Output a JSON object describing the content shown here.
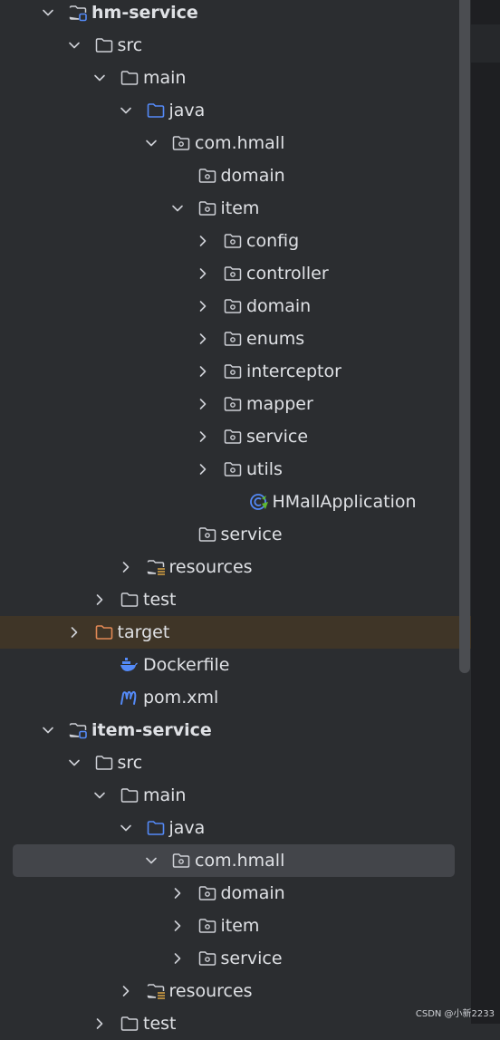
{
  "tree": [
    {
      "name": "hm-service",
      "depth": 0,
      "arrow": "down",
      "icon": "module",
      "bold": true
    },
    {
      "name": "src",
      "depth": 1,
      "arrow": "down",
      "icon": "folder"
    },
    {
      "name": "main",
      "depth": 2,
      "arrow": "down",
      "icon": "folder"
    },
    {
      "name": "java",
      "depth": 3,
      "arrow": "down",
      "icon": "source-folder"
    },
    {
      "name": "com.hmall",
      "depth": 4,
      "arrow": "down",
      "icon": "package"
    },
    {
      "name": "domain",
      "depth": 5,
      "arrow": "none",
      "icon": "package"
    },
    {
      "name": "item",
      "depth": 5,
      "arrow": "down",
      "icon": "package"
    },
    {
      "name": "config",
      "depth": 6,
      "arrow": "right",
      "icon": "package"
    },
    {
      "name": "controller",
      "depth": 6,
      "arrow": "right",
      "icon": "package"
    },
    {
      "name": "domain",
      "depth": 6,
      "arrow": "right",
      "icon": "package"
    },
    {
      "name": "enums",
      "depth": 6,
      "arrow": "right",
      "icon": "package"
    },
    {
      "name": "interceptor",
      "depth": 6,
      "arrow": "right",
      "icon": "package"
    },
    {
      "name": "mapper",
      "depth": 6,
      "arrow": "right",
      "icon": "package"
    },
    {
      "name": "service",
      "depth": 6,
      "arrow": "right",
      "icon": "package"
    },
    {
      "name": "utils",
      "depth": 6,
      "arrow": "right",
      "icon": "package"
    },
    {
      "name": "HMallApplication",
      "depth": 7,
      "arrow": "none",
      "icon": "spring-class"
    },
    {
      "name": "service",
      "depth": 5,
      "arrow": "none",
      "icon": "package"
    },
    {
      "name": "resources",
      "depth": 3,
      "arrow": "right",
      "icon": "resources-folder"
    },
    {
      "name": "test",
      "depth": 2,
      "arrow": "right",
      "icon": "folder"
    },
    {
      "name": "target",
      "depth": 1,
      "arrow": "right",
      "icon": "excluded-folder",
      "highlight": "target"
    },
    {
      "name": "Dockerfile",
      "depth": 2,
      "arrow": "none",
      "icon": "docker"
    },
    {
      "name": "pom.xml",
      "depth": 2,
      "arrow": "none",
      "icon": "maven"
    },
    {
      "name": "item-service",
      "depth": 0,
      "arrow": "down",
      "icon": "module",
      "bold": true
    },
    {
      "name": "src",
      "depth": 1,
      "arrow": "down",
      "icon": "folder"
    },
    {
      "name": "main",
      "depth": 2,
      "arrow": "down",
      "icon": "folder"
    },
    {
      "name": "java",
      "depth": 3,
      "arrow": "down",
      "icon": "source-folder"
    },
    {
      "name": "com.hmall",
      "depth": 4,
      "arrow": "down",
      "icon": "package",
      "highlight": "selected"
    },
    {
      "name": "domain",
      "depth": 5,
      "arrow": "right",
      "icon": "package"
    },
    {
      "name": "item",
      "depth": 5,
      "arrow": "right",
      "icon": "package"
    },
    {
      "name": "service",
      "depth": 5,
      "arrow": "right",
      "icon": "package"
    },
    {
      "name": "resources",
      "depth": 3,
      "arrow": "right",
      "icon": "resources-folder"
    },
    {
      "name": "test",
      "depth": 2,
      "arrow": "right",
      "icon": "folder"
    }
  ],
  "watermark": "CSDN @小新2233",
  "colors": {
    "background": "#2b2d30",
    "text": "#dfe1e5",
    "folder_outline": "#ced0d6",
    "source_folder": "#548af7",
    "excluded_folder": "#e08855",
    "module_dot": "#548af7",
    "resource_lines": "#d9a343",
    "spring_green": "#5fb832",
    "selected_row": "#43454a",
    "target_row": "#3f3527"
  }
}
